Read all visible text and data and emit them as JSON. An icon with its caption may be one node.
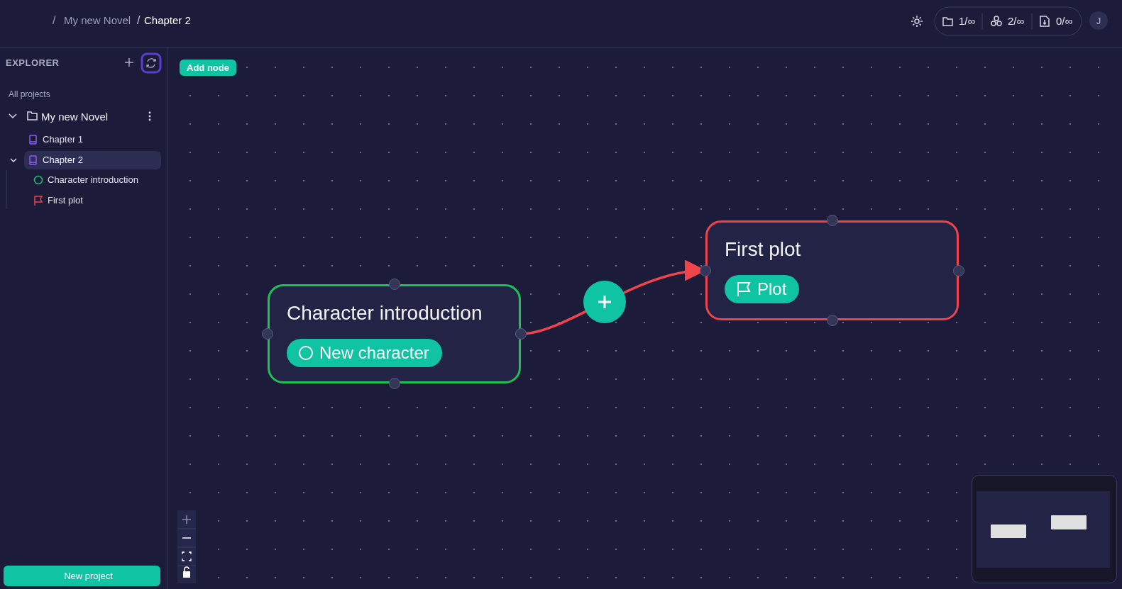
{
  "diagram": {
    "nodes": [
      {
        "text": [
          "Character introduction",
          "New character"
        ]
      },
      {
        "text": [
          "First plot",
          "Plot"
        ]
      }
    ],
    "edges": [
      {
        "from": 0,
        "to": 1,
        "arrow": "to",
        "color": "#f0444c"
      }
    ],
    "labels": [
      "/",
      "My new Novel",
      "/",
      "Chapter 2",
      "1/∞",
      "2/∞",
      "0/∞",
      "J",
      "EXPLORER",
      "Add node",
      "All projects",
      "My new Novel",
      "Chapter 1",
      "Chapter 2",
      "Character introduction",
      "First plot",
      "New project"
    ]
  }
}
